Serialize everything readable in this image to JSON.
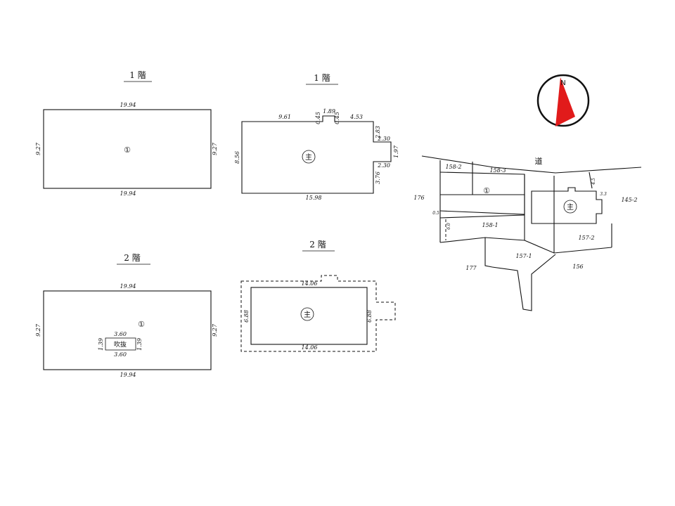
{
  "plan_left": {
    "floor1": {
      "title": "1 階",
      "top": "19.94",
      "bottom": "19.94",
      "left": "9.27",
      "right": "9.27",
      "mark": "①"
    },
    "floor2": {
      "title": "2 階",
      "top": "19.94",
      "bottom": "19.94",
      "left": "9.27",
      "right": "9.27",
      "mark": "①",
      "void_label": "吹抜",
      "void_top": "3.60",
      "void_bottom": "3.60",
      "void_left": "1.39",
      "void_right": "1.39"
    }
  },
  "plan_middle": {
    "floor1": {
      "title": "1 階",
      "mark": "主",
      "dims": {
        "top_left": "9.61",
        "notch_a": "0.45",
        "notch_top": "1.89",
        "notch_b": "0.45",
        "top_right": "4.53",
        "right_upper": "2.83",
        "bump_top": "2.30",
        "bump_side": "1.97",
        "bump_bottom": "2.30",
        "right_lower": "3.76",
        "left": "8.56",
        "bottom": "15.98"
      }
    },
    "floor2": {
      "title": "2 階",
      "mark": "主",
      "top": "14.06",
      "bottom": "14.06",
      "left": "6.88",
      "right": "6.88"
    }
  },
  "site_map": {
    "compass_label": "N",
    "road_label": "道",
    "lots": [
      "158-2",
      "158-3",
      "176",
      "158-1",
      "177",
      "157-1",
      "156",
      "157-2",
      "145-2"
    ],
    "marks": {
      "building1": "①",
      "main": "主"
    },
    "dims": {
      "d1": "4.5",
      "d2": "3.3",
      "d3": "0.5",
      "d4": "6.0"
    }
  }
}
